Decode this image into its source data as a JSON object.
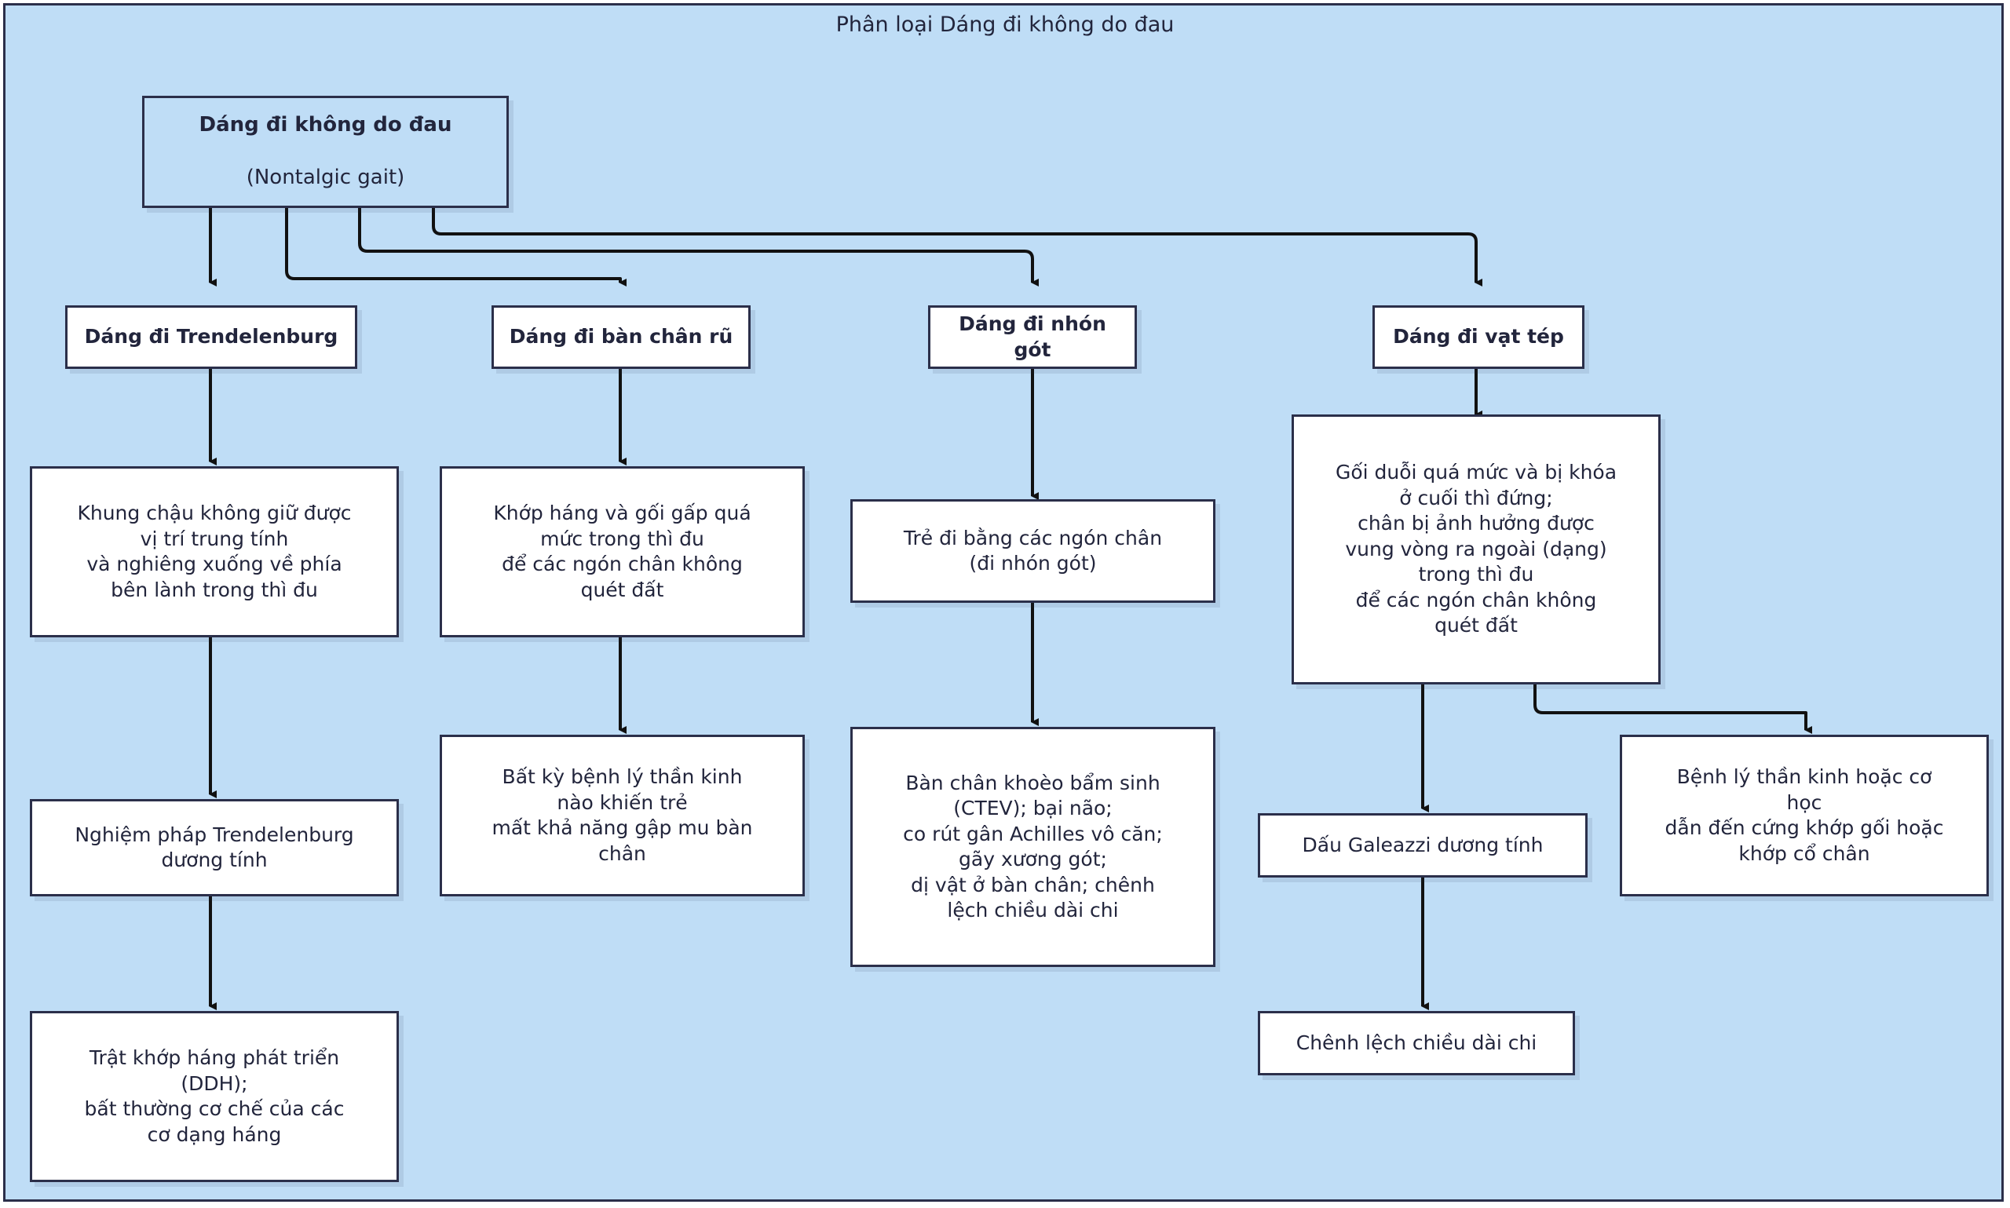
{
  "title": "Phân loại Dáng đi không do đau",
  "colors": {
    "canvas_background": "#bfddf6",
    "node_fill": "#ffffff",
    "border": "#2b2f4a",
    "text": "#22253c",
    "edge": "#111111"
  },
  "root": {
    "label_bold": "Dáng đi không do đau",
    "label_sub": "(Nontalgic gait)"
  },
  "categories": [
    {
      "label": "Dáng đi Trendelenburg"
    },
    {
      "label": "Dáng đi bàn chân rũ"
    },
    {
      "label": "Dáng đi nhón gót"
    },
    {
      "label": "Dáng đi vạt tép"
    }
  ],
  "details": {
    "trendelenburg_desc": "Khung chậu không giữ được\nvị trí trung tính\nvà nghiêng xuống về phía\nbên lành trong thì đu",
    "trendelenburg_test": "Nghiệm pháp Trendelenburg\ndương tính",
    "trendelenburg_cause": "Trật khớp háng phát triển\n(DDH);\nbất thường cơ chế của các\ncơ dạng háng",
    "footdrop_desc": "Khớp háng và gối gấp quá\nmức trong thì đu\nđể các ngón chân không\nquét đất",
    "footdrop_cause": "Bất kỳ bệnh lý thần kinh\nnào khiến trẻ\nmất khả năng gập mu bàn\nchân",
    "toewalk_desc": "Trẻ đi bằng các ngón chân\n(đi nhón gót)",
    "toewalk_cause": "Bàn chân khoèo bẩm sinh\n(CTEV); bại não;\nco rút gân Achilles vô căn;\ngãy xương gót;\ndị vật ở bàn chân; chênh\nlệch chiều dài chi",
    "circumduction_desc": "Gối duỗi quá mức và bị khóa\nở cuối thì đứng;\nchân bị ảnh hưởng được\nvung vòng ra ngoài (dạng)\ntrong thì đu\nđể các ngón chân không\nquét đất",
    "galeazzi": "Dấu Galeazzi dương tính",
    "neuro_mechanical": "Bệnh lý thần kinh hoặc cơ\nhọc\ndẫn đến cứng khớp gối hoặc\nkhớp cổ chân",
    "limb_length": "Chênh lệch chiều dài chi"
  },
  "chart_data": {
    "type": "diagram",
    "diagram_kind": "flowchart-tree",
    "title": "Phân loại Dáng đi không do đau",
    "orientation": "top-down",
    "nodes": [
      {
        "id": "root",
        "text": "Dáng đi không do đau (Nontalgic gait)",
        "level": 0
      },
      {
        "id": "c1",
        "text": "Dáng đi Trendelenburg",
        "level": 1
      },
      {
        "id": "c2",
        "text": "Dáng đi bàn chân rũ",
        "level": 1
      },
      {
        "id": "c3",
        "text": "Dáng đi nhón gót",
        "level": 1
      },
      {
        "id": "c4",
        "text": "Dáng đi vạt tép",
        "level": 1
      },
      {
        "id": "d1",
        "text": "Khung chậu không giữ được vị trí trung tính và nghiêng xuống về phía bên lành trong thì đu",
        "level": 2
      },
      {
        "id": "d2",
        "text": "Khớp háng và gối gấp quá mức trong thì đu để các ngón chân không quét đất",
        "level": 2
      },
      {
        "id": "d3",
        "text": "Trẻ đi bằng các ngón chân (đi nhón gót)",
        "level": 2
      },
      {
        "id": "d4",
        "text": "Gối duỗi quá mức và bị khóa ở cuối thì đứng; chân bị ảnh hưởng được vung vòng ra ngoài (dạng) trong thì đu để các ngón chân không quét đất",
        "level": 2
      },
      {
        "id": "e1",
        "text": "Nghiệm pháp Trendelenburg dương tính",
        "level": 3
      },
      {
        "id": "e2",
        "text": "Bất kỳ bệnh lý thần kinh nào khiến trẻ mất khả năng gập mu bàn chân",
        "level": 3
      },
      {
        "id": "e3",
        "text": "Bàn chân khoèo bẩm sinh (CTEV); bại não; co rút gân Achilles vô căn; gãy xương gót; dị vật ở bàn chân; chênh lệch chiều dài chi",
        "level": 3
      },
      {
        "id": "e4",
        "text": "Dấu Galeazzi dương tính",
        "level": 3
      },
      {
        "id": "e5",
        "text": "Bệnh lý thần kinh hoặc cơ học dẫn đến cứng khớp gối hoặc khớp cổ chân",
        "level": 3
      },
      {
        "id": "f1",
        "text": "Trật khớp háng phát triển (DDH); bất thường cơ chế của các cơ dạng háng",
        "level": 4
      },
      {
        "id": "f2",
        "text": "Chênh lệch chiều dài chi",
        "level": 4
      }
    ],
    "edges": [
      {
        "from": "root",
        "to": "c1"
      },
      {
        "from": "root",
        "to": "c2"
      },
      {
        "from": "root",
        "to": "c3"
      },
      {
        "from": "root",
        "to": "c4"
      },
      {
        "from": "c1",
        "to": "d1"
      },
      {
        "from": "c2",
        "to": "d2"
      },
      {
        "from": "c3",
        "to": "d3"
      },
      {
        "from": "c4",
        "to": "d4"
      },
      {
        "from": "d1",
        "to": "e1"
      },
      {
        "from": "d2",
        "to": "e2"
      },
      {
        "from": "d3",
        "to": "e3"
      },
      {
        "from": "d4",
        "to": "e4"
      },
      {
        "from": "d4",
        "to": "e5"
      },
      {
        "from": "e1",
        "to": "f1"
      },
      {
        "from": "e4",
        "to": "f2"
      }
    ]
  }
}
